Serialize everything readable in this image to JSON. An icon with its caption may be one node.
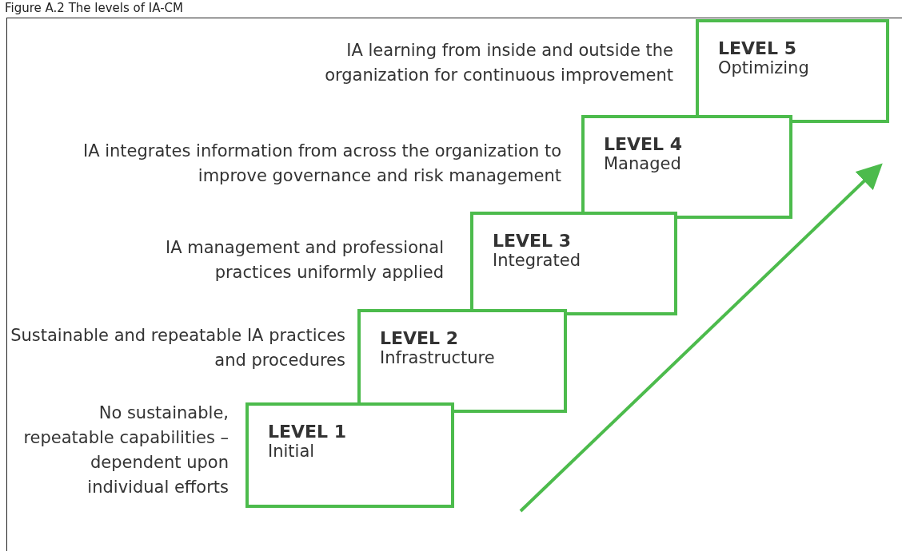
{
  "diagram": {
    "title": "Figure A.2 The levels of IA-CM",
    "nodes": [
      {
        "text": [
          "LEVEL 5",
          "Optimizing"
        ],
        "beside": [
          "IA learning from inside and outside the organization for continuous improvement"
        ]
      },
      {
        "text": [
          "LEVEL 4",
          "Managed"
        ],
        "beside": [
          "IA integrates information from across the organization to improve governance and risk management"
        ]
      },
      {
        "text": [
          "LEVEL 3",
          "Integrated"
        ],
        "beside": [
          "IA management and professional practices uniformly applied"
        ]
      },
      {
        "text": [
          "LEVEL 2",
          "Infrastructure"
        ],
        "beside": [
          "Sustainable and repeatable IA practices and procedures"
        ]
      },
      {
        "text": [
          "LEVEL 1",
          "Initial"
        ],
        "beside": [
          "No sustainable, repeatable capabilities – dependent upon individual efforts"
        ]
      }
    ]
  }
}
